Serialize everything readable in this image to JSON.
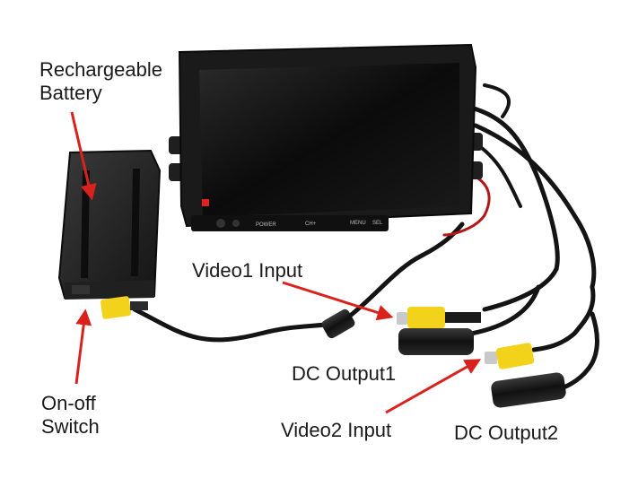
{
  "labels": {
    "battery": [
      "Rechargeable",
      "Battery"
    ],
    "video1": "Video1 Input",
    "dc1": "DC Output1",
    "switch": [
      "On-off",
      "Switch"
    ],
    "video2": "Video2 Input",
    "dc2": "DC Output2"
  },
  "monitor_buttons": [
    "POWER",
    "SEL",
    "MENU",
    "CH+"
  ],
  "colors": {
    "arrow": "#d9221c",
    "rca_yellow": "#f2d21a",
    "cable": "#141414",
    "device": "#1c1c1c"
  },
  "icons": {
    "battery": "battery-pack-icon",
    "monitor": "lcd-monitor-icon",
    "connector": "rca-connector-icon"
  }
}
